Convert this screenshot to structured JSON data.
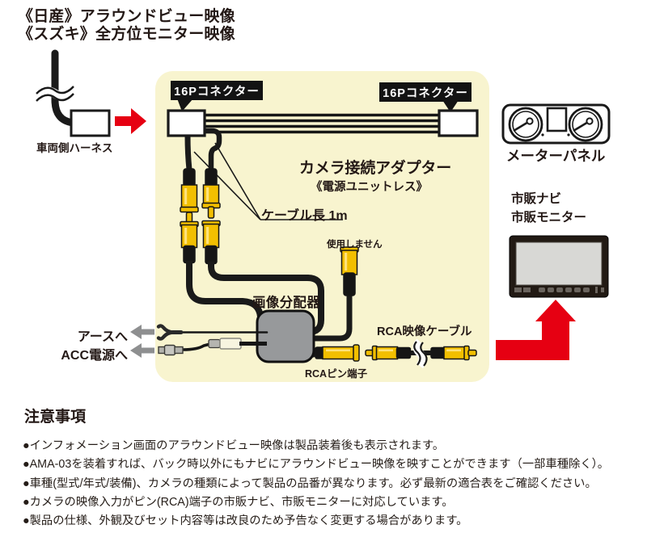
{
  "header": {
    "line1": "《日産》アラウンドビュー映像",
    "line2": "《スズキ》全方位モニター映像"
  },
  "diagram": {
    "harness_label": "車両側ハーネス",
    "connector_left_label": "16Pコネクター",
    "connector_right_label": "16Pコネクター",
    "adapter_title": "カメラ接続アダプター",
    "adapter_subtitle": "《電源ユニットレス》",
    "cable_length_label": "ケーブル長 1m",
    "not_used_label": "使用しません",
    "splitter_label": "画像分配器",
    "earth_label": "アースへ",
    "acc_label": "ACC電源へ",
    "rca_cable_label": "RCA映像ケーブル",
    "rca_pin_label": "RCAピン端子",
    "meter_panel_label": "メーターパネル",
    "navi_line1": "市販ナビ",
    "navi_line2": "市販モニター"
  },
  "notes": {
    "title": "注意事項",
    "items": [
      "●インフォメーション画面のアラウンドビュー映像は製品装着後も表示されます。",
      "●AMA-03を装着すれば、バック時以外にもナビにアラウンドビュー映像を映すことができます（一部車種除く）。",
      "●車種(型式/年式/装備)、カメラの種類によって製品の品番が異なります。必ず最新の適合表をご確認ください。",
      "●カメラの映像入力がピン(RCA)端子の市販ナビ、市販モニターに対応しています。",
      "●製品の仕様、外観及びセット内容等は改良のため予告なく変更する場合があります。"
    ]
  },
  "colors": {
    "panel_bg": "#f8f4cf",
    "connector_yellow": "#f2bf00",
    "accent_red": "#e60012",
    "arrow_gray": "#8e8f90",
    "splitter_gray": "#97999b",
    "line_black": "#1a1a1a"
  }
}
